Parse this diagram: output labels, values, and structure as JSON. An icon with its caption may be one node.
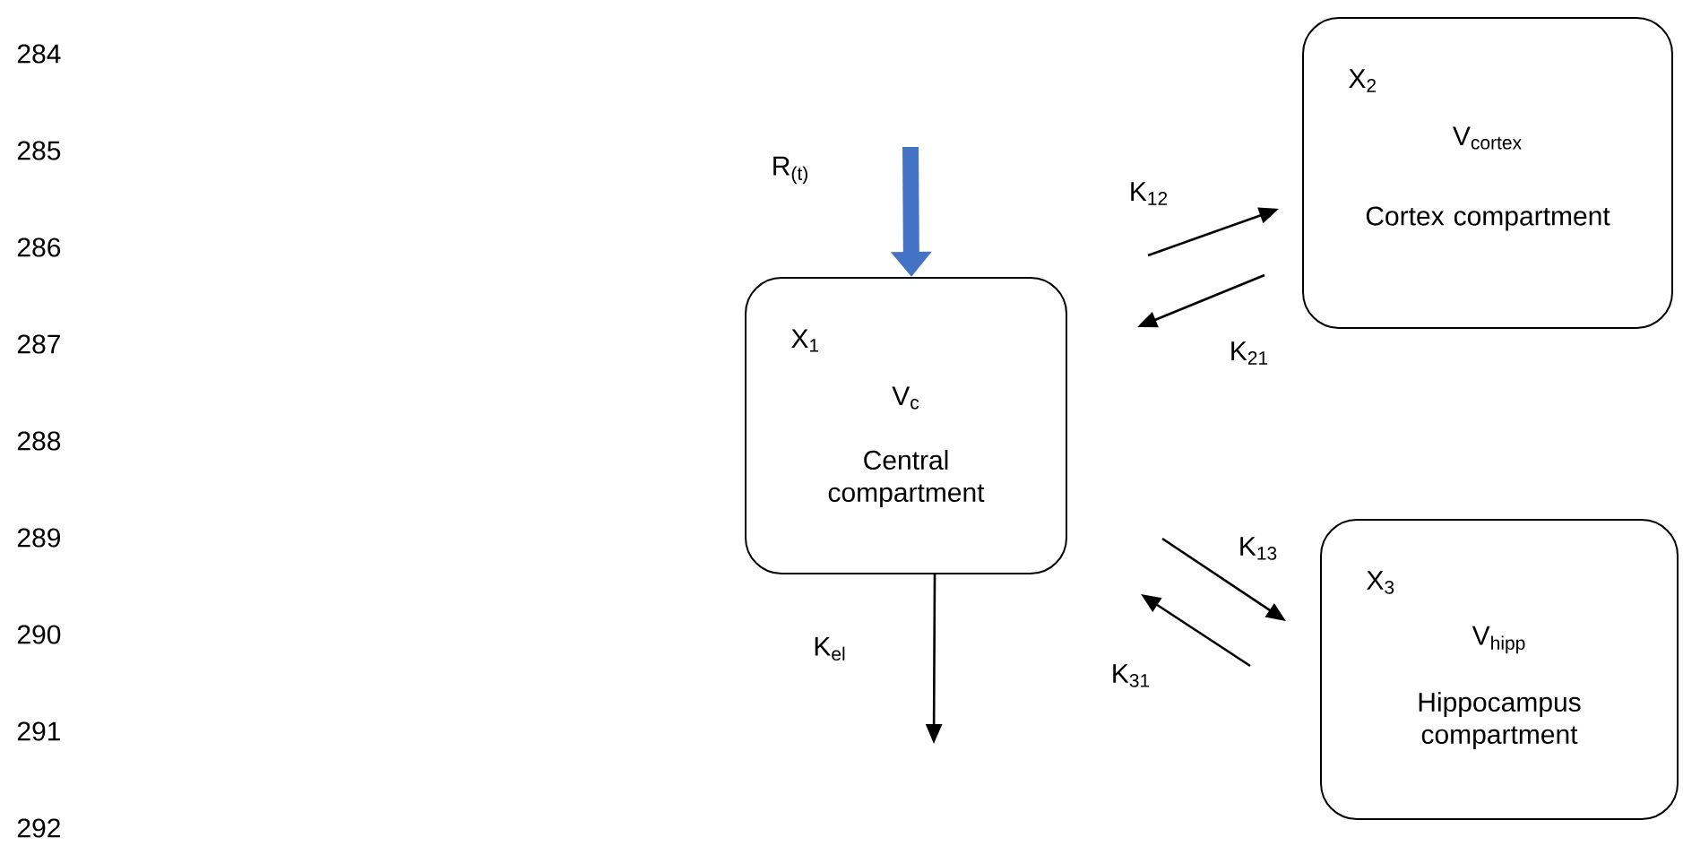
{
  "diagram": {
    "nodes": [
      {
        "text": [
          "X$_{1}$",
          "V$_{c}$",
          "Central compartment"
        ]
      },
      {
        "text": [
          "X$_{2}$",
          "V$_{cortex}$",
          "Cortex compartment"
        ]
      },
      {
        "text": [
          "X$_{3}$",
          "V$_{hipp}$",
          "Hippocampus compartment"
        ]
      }
    ],
    "edges": [
      {
        "from": null,
        "to": 0,
        "arrow": "to",
        "label": "R$_{(t)}$",
        "style": "thick",
        "color": "#4472c4"
      },
      {
        "from": 0,
        "to": 1,
        "arrow": "to",
        "label": "K$_{12}$"
      },
      {
        "from": 1,
        "to": 0,
        "arrow": "to",
        "label": "K$_{21}$"
      },
      {
        "from": 0,
        "to": 2,
        "arrow": "to",
        "label": "K$_{13}$"
      },
      {
        "from": 2,
        "to": 0,
        "arrow": "to",
        "label": "K$_{31}$"
      },
      {
        "from": 0,
        "to": null,
        "arrow": "to",
        "label": "K$_{el}$"
      }
    ],
    "labels": [
      "284",
      "285",
      "286",
      "287",
      "288",
      "289",
      "290",
      "291",
      "292"
    ]
  }
}
